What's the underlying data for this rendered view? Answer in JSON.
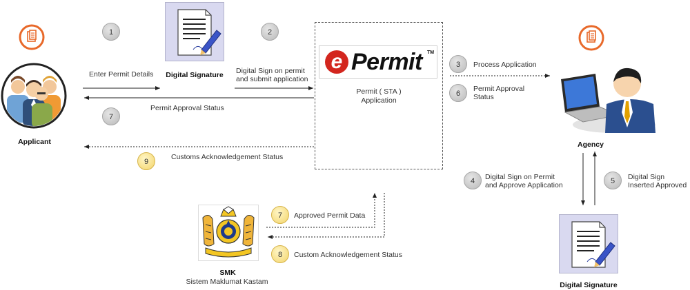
{
  "applicant": {
    "label": "Applicant"
  },
  "agency": {
    "label": "Agency"
  },
  "epermit": {
    "logo_e": "e",
    "logo_word": "Permit",
    "logo_tm": "TM",
    "caption_line1": "Permit ( STA )",
    "caption_line2": "Application"
  },
  "digital_signature_top": {
    "label": "Digital Signature"
  },
  "digital_signature_bottom": {
    "label": "Digital Signature"
  },
  "smk": {
    "title": "SMK",
    "subtitle": "Sistem Maklumat Kastam"
  },
  "steps": [
    {
      "id": "step-1",
      "number": "1",
      "kind": "grey"
    },
    {
      "id": "step-2",
      "number": "2",
      "kind": "grey"
    },
    {
      "id": "step-3",
      "number": "3",
      "kind": "grey"
    },
    {
      "id": "step-4",
      "number": "4",
      "kind": "grey"
    },
    {
      "id": "step-5",
      "number": "5",
      "kind": "grey"
    },
    {
      "id": "step-6",
      "number": "6",
      "kind": "grey"
    },
    {
      "id": "step-7a",
      "number": "7",
      "kind": "grey"
    },
    {
      "id": "step-7b",
      "number": "7",
      "kind": "yellow"
    },
    {
      "id": "step-8",
      "number": "8",
      "kind": "yellow"
    },
    {
      "id": "step-9",
      "number": "9",
      "kind": "yellow"
    }
  ],
  "labels": {
    "enter_permit_details": "Enter Permit Details",
    "digital_sign_submit_1": "Digital Sign on permit",
    "digital_sign_submit_2": "and submit application",
    "permit_approval_status": "Permit Approval Status",
    "customs_ack_status": "Customs Acknowledgement Status",
    "process_application": "Process Application",
    "permit_approval_status_2a": "Permit Approval",
    "permit_approval_status_2b": "Status",
    "digital_sign_approve_1": "Digital Sign on Permit",
    "digital_sign_approve_2": "and Approve Application",
    "digital_sign_inserted_1": "Digital Sign",
    "digital_sign_inserted_2": "Inserted Approved",
    "approved_permit_data": "Approved Permit Data",
    "custom_ack_status": "Custom Acknowledgement Status"
  },
  "colors": {
    "document_icon": "#e8692a",
    "arrow": "#222222",
    "step_grey": "#c4c4c4",
    "step_yellow": "#f5d66e",
    "epermit_red": "#d3261e",
    "signature_card": "#d9d9f0"
  }
}
